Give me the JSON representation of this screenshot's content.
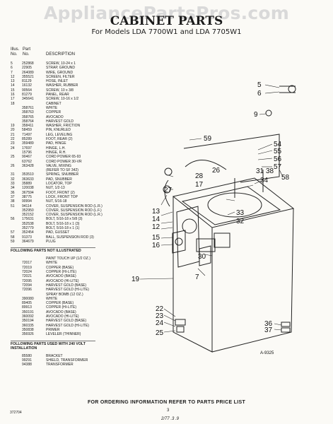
{
  "watermark": "AppliancePartsPros.com",
  "title": "CABINET PARTS",
  "subtitle": "For Models LDA 7700W1 and LDA 7705W1",
  "headers": {
    "illus": "Illus.",
    "no": "No.",
    "part": "Part",
    "partno": "No.",
    "description": "DESCRIPTION"
  },
  "parts": [
    {
      "no": "5",
      "part": "252868",
      "desc": "SCREW, 10-24 x 1"
    },
    {
      "no": "6",
      "part": "22905",
      "desc": "STRAP, GROUND"
    },
    {
      "no": "7",
      "part": "264089",
      "desc": "WIRE, GROUND"
    },
    {
      "no": "12",
      "part": "355521",
      "desc": "SCREEN, FILTER"
    },
    {
      "no": "13",
      "part": "81129",
      "desc": "HOSE, INLET"
    },
    {
      "no": "14",
      "part": "16132",
      "desc": "WASHER, RUBBER"
    },
    {
      "no": "15",
      "part": "90564",
      "desc": "SCREW, 10 x 3/8"
    },
    {
      "no": "16",
      "part": "81279",
      "desc": "PANEL, REAR"
    },
    {
      "no": "17",
      "part": "345641",
      "desc": "SCREW, 10-16 x 1/2"
    },
    {
      "no": "18",
      "part": "",
      "desc": "CABINET"
    },
    {
      "no": "",
      "part": "358761",
      "desc": "WHITE"
    },
    {
      "no": "",
      "part": "358763",
      "desc": "COPPER"
    },
    {
      "no": "",
      "part": "358765",
      "desc": "AVOCADO"
    },
    {
      "no": "",
      "part": "358764",
      "desc": "HARVEST GOLD"
    },
    {
      "no": "19",
      "part": "358411",
      "desc": "WASHER, FRICTION"
    },
    {
      "no": "20",
      "part": "58459",
      "desc": "PIN, KNURLED"
    },
    {
      "no": "21",
      "part": "71497",
      "desc": "LEG, LEVELING"
    },
    {
      "no": "22",
      "part": "85289",
      "desc": "FOOT, REAR (2)"
    },
    {
      "no": "23",
      "part": "359489",
      "desc": "PAD, HINGE"
    },
    {
      "no": "24",
      "part": "17697",
      "desc": "HINGE, L.H."
    },
    {
      "no": "",
      "part": "15796",
      "desc": "HINGE, R.H."
    },
    {
      "no": "25",
      "part": "90467",
      "desc": "CORD POWER 65-93"
    },
    {
      "no": "",
      "part": "63762",
      "desc": "CORD POWER 30-VR"
    },
    {
      "no": "26",
      "part": "363428",
      "desc": "VALVE, MIXING"
    },
    {
      "no": "",
      "part": "",
      "desc": "(REFER TO SF 342)"
    },
    {
      "no": "31",
      "part": "353510",
      "desc": "SPRING, SNUBBER"
    },
    {
      "no": "32",
      "part": "363633",
      "desc": "PAD, SNUBBER"
    },
    {
      "no": "33",
      "part": "35889",
      "desc": "LOCATOR, TOP"
    },
    {
      "no": "34",
      "part": "120038",
      "desc": "NUT, 1/2-13"
    },
    {
      "no": "36",
      "part": "367594",
      "desc": "FOOT, FRONT (2)"
    },
    {
      "no": "37",
      "part": "38775",
      "desc": "LOCK, FRONT TOP"
    },
    {
      "no": "38",
      "part": "90994",
      "desc": "NUT, 5/16-18"
    },
    {
      "no": "51",
      "part": "94114",
      "desc": "COVER, SUSPENSION ROD (L.R.)"
    },
    {
      "no": "",
      "part": "352950",
      "desc": "COVER, SUSPENSION ROD (L.F.)"
    },
    {
      "no": "",
      "part": "352152",
      "desc": "COVER, SUSPENSION ROD (L.R.)"
    },
    {
      "no": "56",
      "part": "175631",
      "desc": "BOLT, 5/16-18 x 5/8 (3)"
    },
    {
      "no": "",
      "part": "352538",
      "desc": "BOLT, 5/16-18 x 1 (3)"
    },
    {
      "no": "",
      "part": "352779",
      "desc": "BOLT, 5/16-18 x 1 (1)"
    },
    {
      "no": "57",
      "part": "352454",
      "desc": "PAD, GUSSET"
    },
    {
      "no": "58",
      "part": "91373",
      "desc": "BALL, SUSPENSION ROD (3)"
    },
    {
      "no": "59",
      "part": "364679",
      "desc": "PLUG"
    }
  ],
  "section_not_illustrated": "FOLLOWING PARTS NOT ILLUSTRATED",
  "not_illustrated": [
    {
      "part": "",
      "desc": "PAINT TOUCH UP (1/2 OZ.)"
    },
    {
      "part": "72017",
      "desc": "WHITE"
    },
    {
      "part": "72019",
      "desc": "COPPER (BASE)"
    },
    {
      "part": "72024",
      "desc": "COPPER (HI-LITE)"
    },
    {
      "part": "72021",
      "desc": "AVOCADO (BASE)"
    },
    {
      "part": "72095",
      "desc": "AVOCADO (HI-LITE)"
    },
    {
      "part": "72094",
      "desc": "HARVEST GOLD (BASE)"
    },
    {
      "part": "72096",
      "desc": "HARVEST GOLD (HI-LITE)"
    },
    {
      "part": "",
      "desc": "SPRAY BOMB (12 OZ.)"
    },
    {
      "part": "390080",
      "desc": "WHITE"
    },
    {
      "part": "89405",
      "desc": "COPPER (BASE)"
    },
    {
      "part": "89913",
      "desc": "COPPER (HI-LITE)"
    },
    {
      "part": "350191",
      "desc": "AVOCADO (BASE)"
    },
    {
      "part": "360092",
      "desc": "AVOCADO (HI-LITE)"
    },
    {
      "part": "350194",
      "desc": "HARVEST GOLD (BASE)"
    },
    {
      "part": "360335",
      "desc": "HARVEST GOLD (HI-LITE)"
    },
    {
      "part": "350838",
      "desc": "PRIMER"
    },
    {
      "part": "356926",
      "desc": "LEVELER (THINNER)"
    }
  ],
  "section_240": "FOLLOWING PARTS USED WITH 240 VOLT INSTALLATION",
  "volt_parts": [
    {
      "part": "85580",
      "desc": "BRACKET"
    },
    {
      "part": "99291",
      "desc": "SHIELD, TRANSFORMER"
    },
    {
      "part": "94388",
      "desc": "TRANSFORMER"
    }
  ],
  "diagram": {
    "callouts": [
      "5",
      "6",
      "9",
      "59",
      "54",
      "55",
      "56",
      "57",
      "58",
      "31",
      "38",
      "34",
      "33",
      "32",
      "26",
      "28",
      "17",
      "27",
      "13",
      "14",
      "12",
      "15",
      "16",
      "30",
      "7",
      "19",
      "22",
      "23",
      "24",
      "25",
      "36",
      "37"
    ],
    "code": "A-9325"
  },
  "footer": "FOR ORDERING INFORMATION REFER TO PARTS PRICE LIST",
  "page_code": "372704",
  "page_number": "3",
  "hand_note": "2/77 .3 .9"
}
